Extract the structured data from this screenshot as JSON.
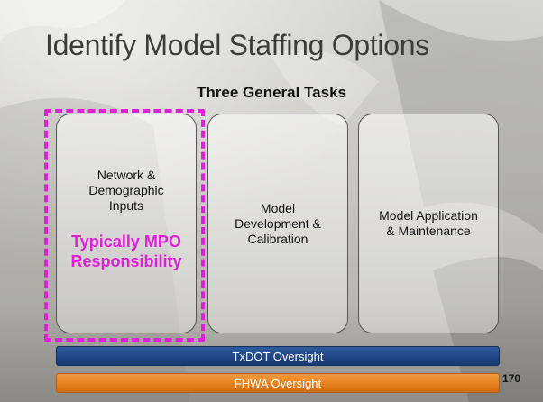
{
  "slide": {
    "title": "Identify Model Staffing Options",
    "subtitle": "Three General Tasks",
    "page_number": "170"
  },
  "tasks": [
    {
      "label": "Network &\nDemographic\nInputs",
      "note": "Typically MPO\nResponsibility"
    },
    {
      "label": "Model\nDevelopment &\nCalibration"
    },
    {
      "label": "Model Application\n& Maintenance"
    }
  ],
  "bars": {
    "txdot": "TxDOT Oversight",
    "fhwa": "FHWA Oversight"
  },
  "colors": {
    "highlight": "#e020d8",
    "txdot_bar": "#1f4585",
    "fhwa_bar": "#e57f1e"
  }
}
